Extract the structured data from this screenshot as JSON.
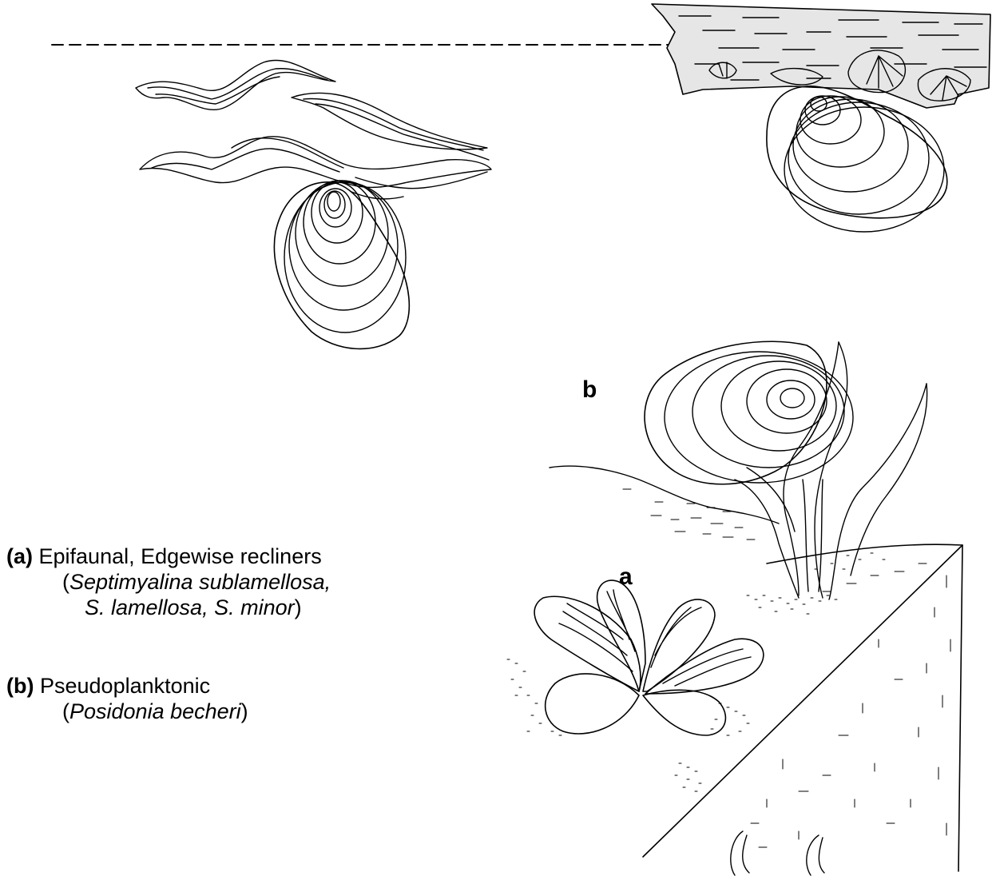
{
  "labels": {
    "a": "a",
    "b": "b"
  },
  "legend": [
    {
      "key": "(a)",
      "text": "Epifaunal, Edgewise recliners",
      "paren_open": "(",
      "species1": "Septimyalina sublamellosa,",
      "species2": "S.  lamellosa, S.   minor",
      "paren_close": ")"
    },
    {
      "key": "(b)",
      "text": "Pseudoplanktonic",
      "paren_open": "(",
      "species1": "Posidonia becheri",
      "paren_close": ")"
    }
  ],
  "colors": {
    "ink": "#000000",
    "wood": "#e6e6e6",
    "background": "#ffffff"
  }
}
